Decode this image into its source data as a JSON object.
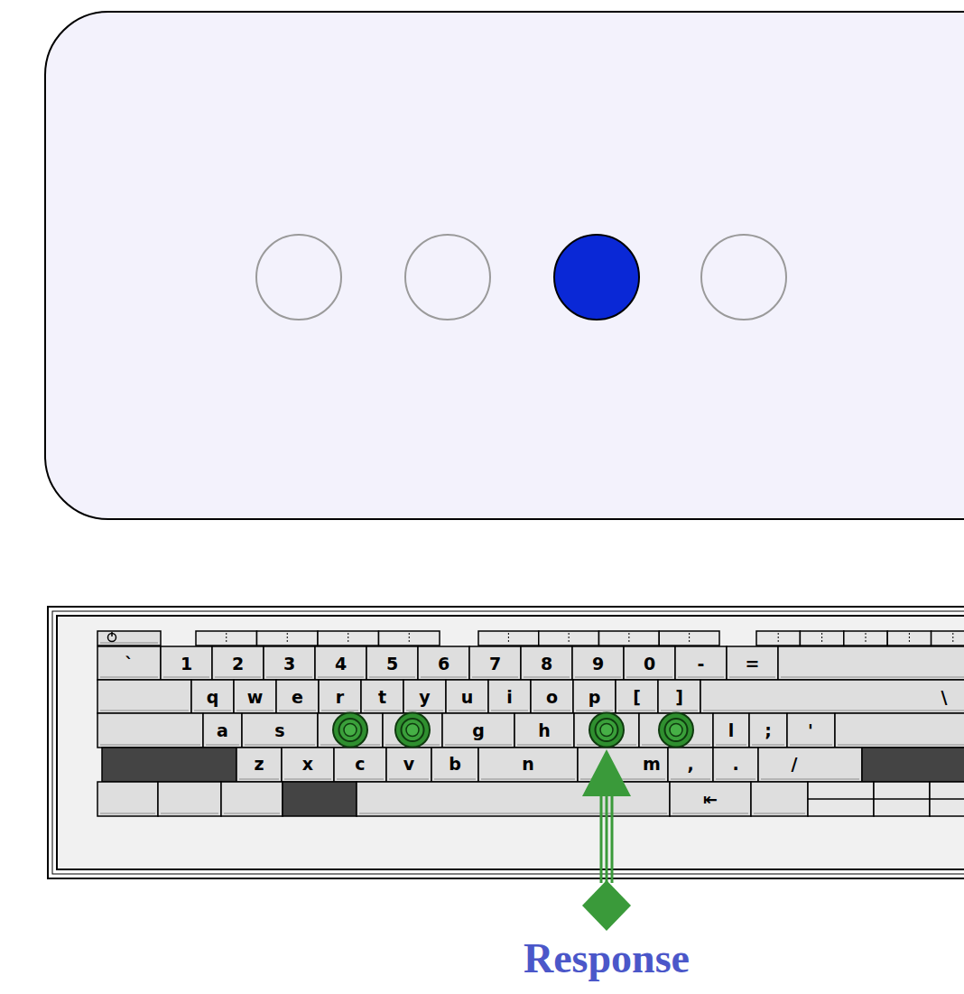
{
  "diagram": {
    "labels": [
      "`",
      "1",
      "2",
      "3",
      "4",
      "5",
      "6",
      "7",
      "8",
      "9",
      "0",
      "-",
      "=",
      "q",
      "w",
      "e",
      "r",
      "t",
      "y",
      "u",
      "i",
      "o",
      "p",
      "[",
      "]",
      "\\",
      "a",
      "s",
      "g",
      "h",
      "l",
      ";",
      "'",
      "z",
      "x",
      "c",
      "v",
      "b",
      "n",
      "m",
      ",",
      ".",
      "/",
      "⇤",
      "Response"
    ]
  }
}
